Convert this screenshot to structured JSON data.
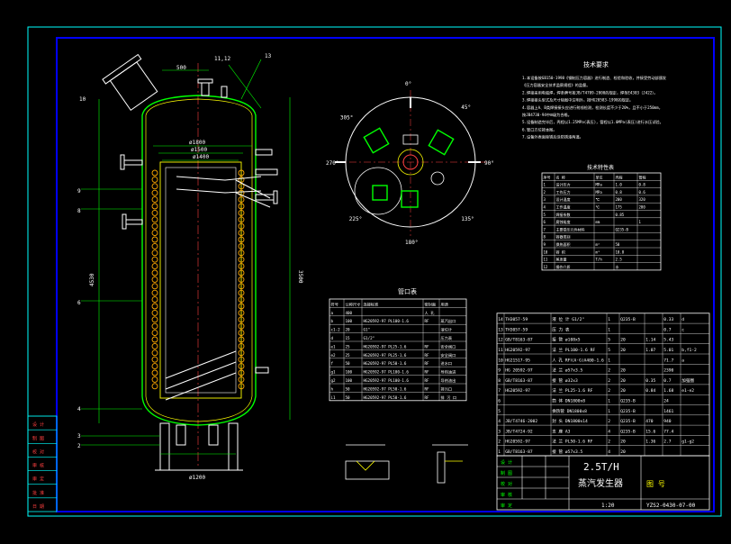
{
  "title_block": {
    "main_title": "2.5T/H",
    "sub_title": "蒸汽发生器",
    "drawing_no": "YZS2-0430-07-00",
    "scale": "1:20"
  },
  "views": {
    "tech_requirements_title": "技术要求",
    "nozzle_table_title": "管口表",
    "tech_params_title": "技术特性表"
  },
  "dimensions": {
    "d500": "500",
    "d11_12": "11,12",
    "d13": "13",
    "d10": "10",
    "d1800": "ø1800",
    "d1500": "ø1500",
    "d1400": "ø1400",
    "d4530": "4530",
    "d3500": "3500",
    "d1200": "ø1200"
  },
  "nozzle_table": {
    "headers": [
      "符号",
      "公称尺寸",
      "连接标准",
      "密封面",
      "用途"
    ],
    "rows": [
      [
        "a",
        "400",
        "",
        "人 孔",
        ""
      ],
      [
        "b",
        "100",
        "HG20592-97 PL100-1.6",
        "RF",
        "蒸汽出口"
      ],
      [
        "c1-2",
        "20",
        "G1\"",
        "",
        "液位计"
      ],
      [
        "d",
        "15",
        "G1/2\"",
        "",
        "压力表"
      ],
      [
        "e1",
        "25",
        "HG20592-97 PL25-1.6",
        "RF",
        "安全阀口"
      ],
      [
        "e2",
        "25",
        "HG20592-97 PL25-1.6",
        "RF",
        "安全阀口"
      ],
      [
        "f",
        "50",
        "HG20592-97 PL50-1.6",
        "RF",
        "进水口"
      ],
      [
        "g1",
        "100",
        "HG20592-97 PL100-1.6",
        "RF",
        "导热油进"
      ],
      [
        "g2",
        "100",
        "HG20592-97 PL100-1.6",
        "RF",
        "导热油出"
      ],
      [
        "h",
        "50",
        "HG20592-97 PL50-1.6",
        "RF",
        "排污口"
      ],
      [
        "i1",
        "50",
        "HG20592-97 PL50-1.6",
        "RF",
        "排 污 口"
      ]
    ]
  },
  "tech_params": {
    "headers": [
      "序号",
      "名 称",
      "单位",
      "壳程",
      "管程"
    ],
    "rows": [
      [
        "1",
        "设计压力",
        "MPa",
        "1.0",
        "0.8"
      ],
      [
        "2",
        "工作压力",
        "MPa",
        "0.8",
        "0.6"
      ],
      [
        "3",
        "设计温度",
        "℃",
        "200",
        "320"
      ],
      [
        "4",
        "工作温度",
        "℃",
        "175",
        "280"
      ],
      [
        "5",
        "焊接系数",
        "",
        "0.85",
        ""
      ],
      [
        "6",
        "腐蚀裕度",
        "mm",
        "",
        "1"
      ],
      [
        "7",
        "主要受压元件材料",
        "",
        "Q235-B",
        ""
      ],
      [
        "8",
        "容器类别",
        "",
        "",
        ""
      ],
      [
        "9",
        "换热面积",
        "m²",
        "50",
        ""
      ],
      [
        "10",
        "容 积",
        "m³",
        "10.8",
        ""
      ],
      [
        "11",
        "蒸发量",
        "T/h",
        "2.5",
        ""
      ],
      [
        "12",
        "操作介质",
        "",
        "水",
        ""
      ]
    ]
  },
  "parts_list": [
    [
      "14",
      "TH3057-59",
      "液 位 计 G1/2\"",
      "1",
      "Q235-B",
      "",
      "0.33",
      "d"
    ],
    [
      "13",
      "TH3057-59",
      "压 力 表",
      "1",
      "",
      "",
      "0.7",
      "c"
    ],
    [
      "12",
      "GB/T8163-87",
      "接 管 ø108x5",
      "5",
      "20",
      "1.14",
      "5.43",
      ""
    ],
    [
      "11",
      "HG20592-97",
      "法 兰 PL100-1.6 RF",
      "5",
      "20",
      "1.07",
      "5.01",
      "b,f1-2"
    ],
    [
      "10",
      "HG21517-95",
      "人 孔 RFⅠ(A·G)A400-1.6",
      "1",
      "",
      "",
      "71.7",
      "a"
    ],
    [
      "9",
      "HG 20592-97",
      "法 兰 ø57x3.5",
      "2",
      "20",
      "",
      "2390",
      ""
    ],
    [
      "8",
      "GB/T8163-87",
      "接 管 ø32x3",
      "2",
      "20",
      "0.35",
      "0.7",
      "加强圈"
    ],
    [
      "7",
      "HG20592-97",
      "法 兰 PL25-1.6 RF",
      "2",
      "20",
      "0.84",
      "1.68",
      "e1-e2"
    ],
    [
      "6",
      "",
      "筒 体 DN1800x8",
      "1",
      "Q235-B",
      "",
      "24",
      ""
    ],
    [
      "5",
      "",
      "换热管 DN1800x8",
      "1",
      "Q235-B",
      "",
      "1461",
      ""
    ],
    [
      "4",
      "JB/T4746-2002",
      "封 头 DN1800x14",
      "2",
      "Q235-B",
      "470",
      "940",
      ""
    ],
    [
      "3",
      "JB/T4724-92",
      "支 座 A3",
      "4",
      "Q235-B",
      "15.6",
      "77.4",
      ""
    ],
    [
      "2",
      "HG20592-97",
      "法 兰 PL50-1.6 RF",
      "2",
      "20",
      "1.36",
      "2.7",
      "g1-g2"
    ],
    [
      "1",
      "GB/T8163-87",
      "接 管 ø57x3.5",
      "4",
      "20",
      "",
      "",
      ""
    ]
  ],
  "tech_notes": [
    "1.本设备按GB150-1998《钢制压力容器》进行制造、检验和验收，并接受劳动部颁发",
    "  《压力容器安全技术监察规程》的监督。",
    "2.焊接采用电弧焊，焊条牌号按JB/T4709-2000的规定，焊条E4303（J422）。",
    "3.焊接接头型式及尺寸除图中注明外，按HG20583-1998的规定。",
    "4.容器上A、B类焊接接头应进行射线检测，检测长度不少于20%，且不小于250mm，",
    "  按JB4730-94中Ⅲ级为合格。",
    "5.设备制造完毕后，壳程以1.25MPa(表压)，管程以1.0MPa(表压)进行水压试验。",
    "6.管口方位按本图。",
    "7.设备外表面除锈后涂防锈漆两道。"
  ],
  "orientation_labels": [
    "0°",
    "45°",
    "90°",
    "135°",
    "180°",
    "225°",
    "270°",
    "305°"
  ],
  "left_stamp_labels": [
    "设 计",
    "制 图",
    "校 对",
    "审 核",
    "审 定",
    "批 准",
    "日 期"
  ],
  "title_block_labels": [
    "设 计",
    "制 图",
    "校 对",
    "审 核",
    "审 定",
    "图 号"
  ]
}
